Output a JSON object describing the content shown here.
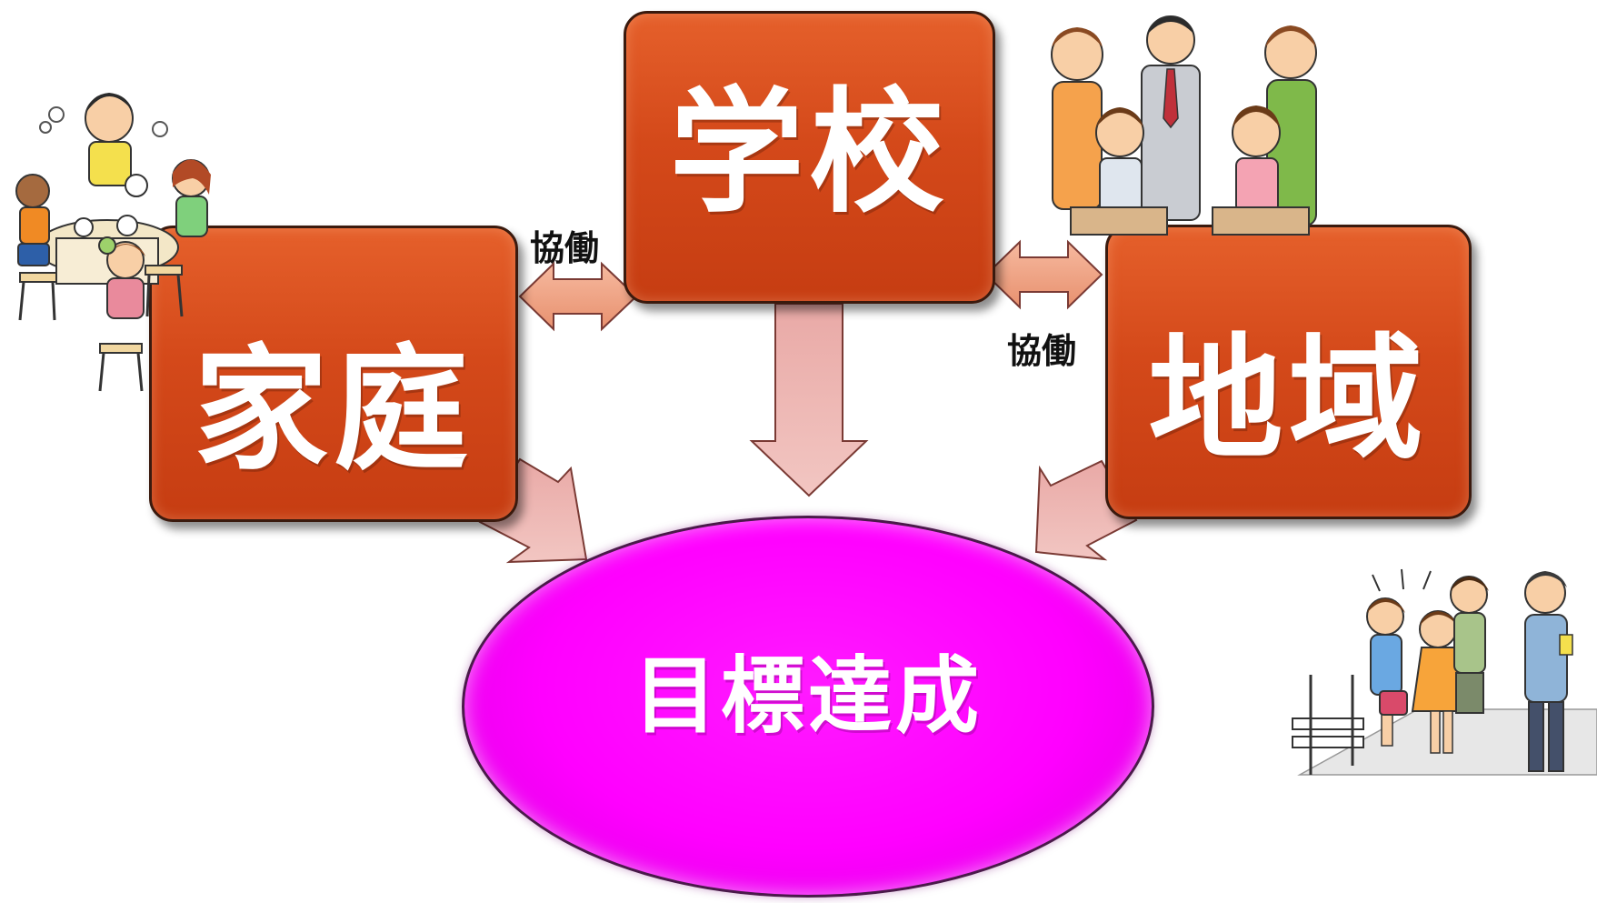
{
  "diagram": {
    "nodes": {
      "school": {
        "label": "学校"
      },
      "home": {
        "label": "家庭"
      },
      "community": {
        "label": "地域"
      },
      "goal": {
        "label": "目標達成"
      }
    },
    "connectors": {
      "home_school": {
        "label": "協働"
      },
      "school_community": {
        "label": "協働"
      }
    },
    "colors": {
      "box_fill": "#d4491a",
      "box_border": "#3a1a0e",
      "goal_fill": "#ff00ff",
      "arrow_fill": "#f0a68f",
      "down_arrow_fill": "#e8b3b0",
      "label_text": "#ffffff"
    },
    "illustrations": [
      "family-dinner-illustration",
      "school-community-group-illustration",
      "children-walking-with-guardian-illustration"
    ]
  }
}
